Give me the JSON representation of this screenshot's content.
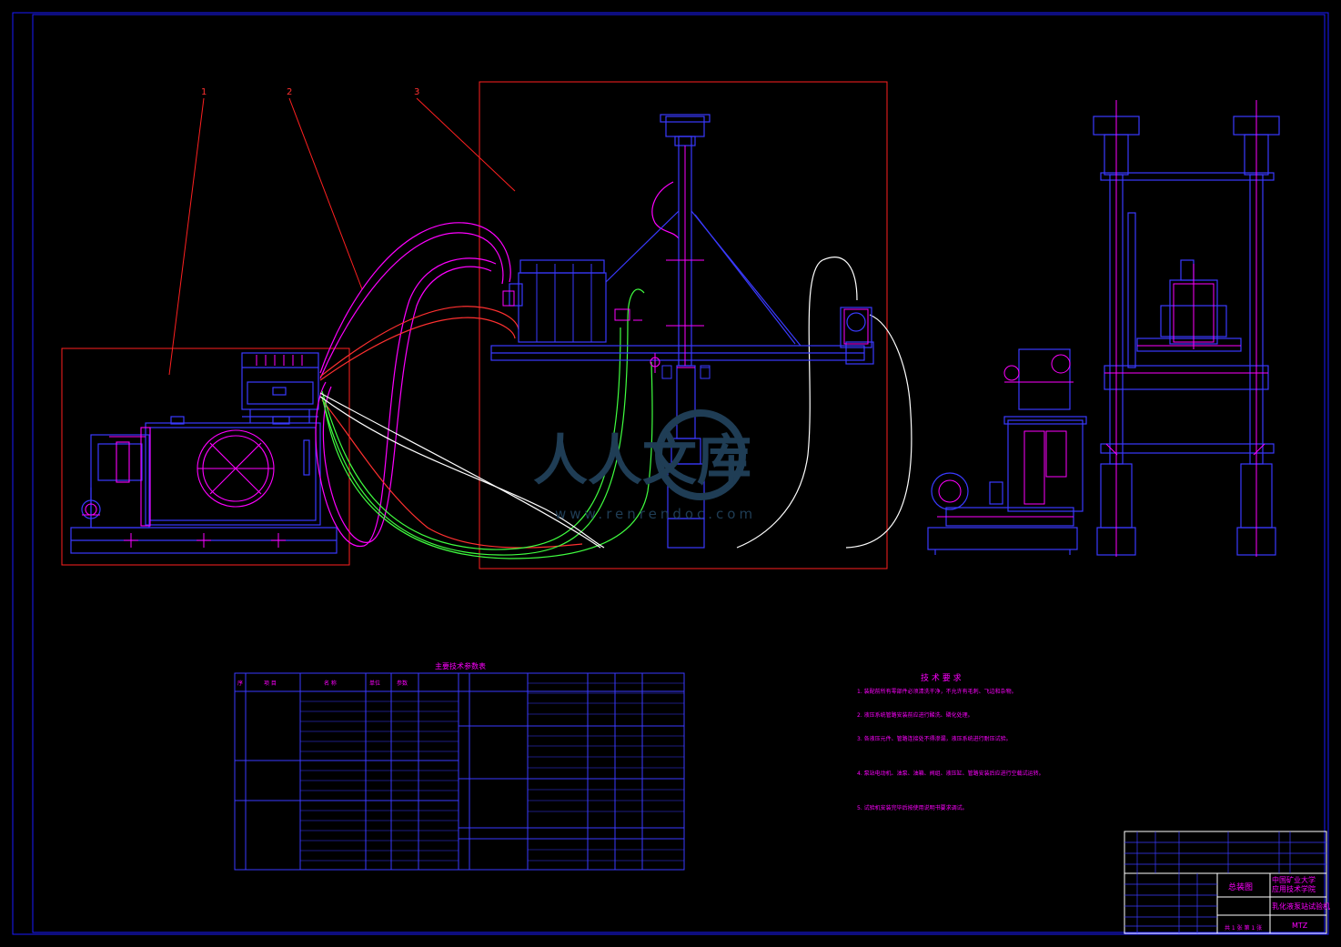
{
  "balloons": [
    "1",
    "2",
    "3"
  ],
  "params_table": {
    "title": "主要技术参数表",
    "headers": [
      "序",
      "项 目",
      "名 称",
      "单位",
      "参数"
    ]
  },
  "tech_requirements": {
    "title": "技 术 要 求",
    "items": [
      "1. 装配前所有零部件必须清洗干净，不允许有毛刺、飞边和杂物。",
      "2. 液压系统管路安装前应进行酸洗、磷化处理。",
      "3. 各液压元件、管路连接处不得渗漏，液压系统进行耐压试验。",
      "4. 泵站电动机、油泵、油箱、阀组、液压缸、管路安装后应进行空载试运转。",
      "5. 试验机安装完毕后按使用说明书要求调试。"
    ]
  },
  "title_block": {
    "drawing_name": "总装图",
    "school": "中国矿业大学",
    "school2": "应用技术学院",
    "product": "乳化液泵站试验机",
    "code": "MTZ",
    "sheet": "共 1 张  第 1 张"
  },
  "watermark": {
    "text": "人人文库",
    "url": "www.renrendoc.com"
  },
  "colors": {
    "frame": "#1a1aff",
    "equipment": "#3a3aff",
    "magenta": "#ff00ff",
    "red": "#ff2020",
    "green": "#40ff40",
    "white": "#ffffff"
  }
}
